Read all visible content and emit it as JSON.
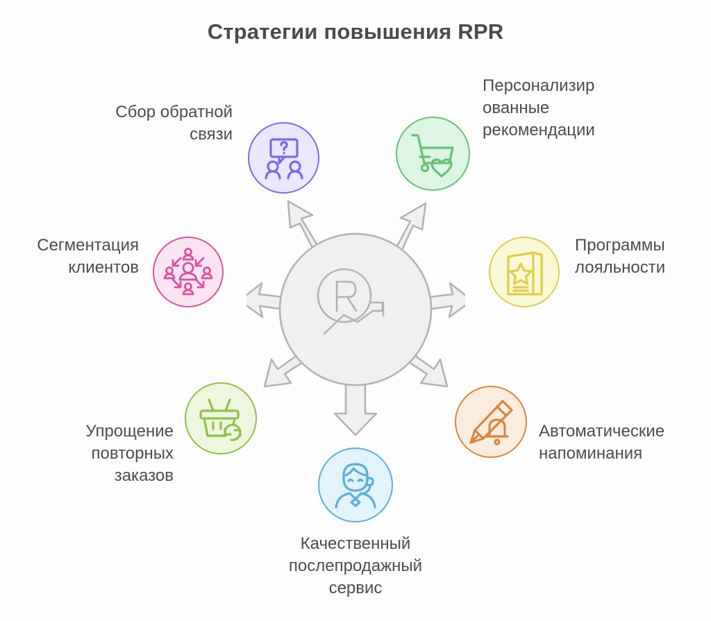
{
  "title": "Стратегии повышения RPR",
  "hub": {
    "symbol_letter": "R",
    "icon_name": "rpr-growth-hub-icon",
    "arrow_count": 7,
    "color": "#b3b3b3",
    "fill": "#f0f0f0"
  },
  "background_color": "#fdfdfd",
  "text_color": "#4c4c4c",
  "nodes": [
    {
      "id": "feedback",
      "label": "Сбор обратной\nсвязи",
      "icon": "feedback-question-people-icon",
      "stroke": "#7b68e8",
      "fill": "#ebe8fd"
    },
    {
      "id": "personalized",
      "label": "Персонализир\nованные\nрекомендации",
      "icon": "cart-heart-icon",
      "stroke": "#68bf79",
      "fill": "#ddf5e3"
    },
    {
      "id": "segmentation",
      "label": "Сегментация\nклиентов",
      "icon": "customer-segmentation-icon",
      "stroke": "#d9529e",
      "fill": "#fbe4f1"
    },
    {
      "id": "loyalty",
      "label": "Программы\nлояльности",
      "icon": "loyalty-card-star-icon",
      "stroke": "#ddcf47",
      "fill": "#fbf8d8"
    },
    {
      "id": "reminders",
      "label": "Автоматические\nнапоминания",
      "icon": "pencil-bell-reminder-icon",
      "stroke": "#d9853f",
      "fill": "#fbeddd"
    },
    {
      "id": "aftersales",
      "label": "Качественный\nпослепродажный\nсервис",
      "icon": "support-agent-headset-icon",
      "stroke": "#5aafdb",
      "fill": "#e2f3fb"
    },
    {
      "id": "reorder",
      "label": "Упрощение\nповторных\nзаказов",
      "icon": "basket-refresh-icon",
      "stroke": "#8dc14b",
      "fill": "#eef7dd"
    }
  ]
}
